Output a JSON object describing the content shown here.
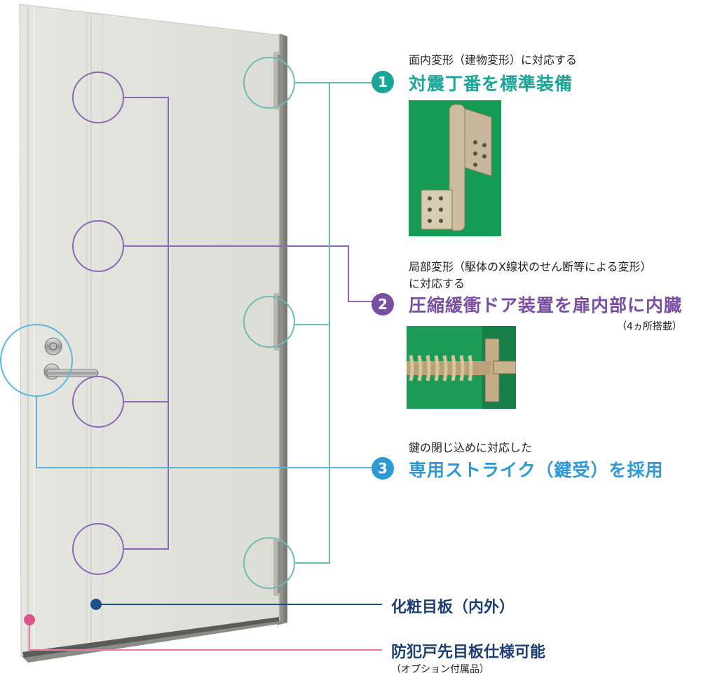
{
  "features": [
    {
      "number": "1",
      "subtitle": "面内変形（建物変形）に対応する",
      "title": "対震丁番を標準装備",
      "color": "#1aa598"
    },
    {
      "number": "2",
      "subtitle": "局部変形（駆体のX線状のせん断等による変形）",
      "subtitle2": "に対応する",
      "title": "圧縮緩衝ドア装置を扉内部に内臓",
      "note": "（4ヵ所搭載）",
      "color": "#7a4ea0"
    },
    {
      "number": "3",
      "subtitle": "鍵の閉じ込めに対応した",
      "title": "専用ストライク（鍵受）を採用",
      "color": "#2d9ad6"
    }
  ],
  "labels": {
    "trim": "化粧目板（内外）",
    "crime": "防犯戸先目板仕様可能",
    "crime_note": "（オプション付属品）"
  },
  "colors": {
    "teal": "#6cbcb3",
    "purple": "#8d68b4",
    "blue": "#5fb6dd",
    "navy": "#1f4e8c",
    "pink": "#e87aa6"
  }
}
